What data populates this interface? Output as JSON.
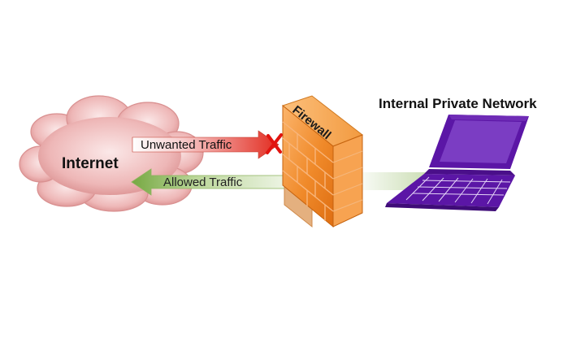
{
  "diagram": {
    "cloud_label": "Internet",
    "firewall_label": "Firewall",
    "laptop_label": "Internal Private Network",
    "unwanted_label": "Unwanted Traffic",
    "allowed_label": "Allowed Traffic"
  },
  "icons": {
    "block": "x-icon"
  },
  "colors": {
    "cloud_fill": "#e8aaaa",
    "unwanted_arrow": "#e23b2a",
    "allowed_arrow": "#7fb04a",
    "firewall_orange": "#f07f1e",
    "laptop_purple": "#5b16a6",
    "block_x": "#e1140f"
  }
}
